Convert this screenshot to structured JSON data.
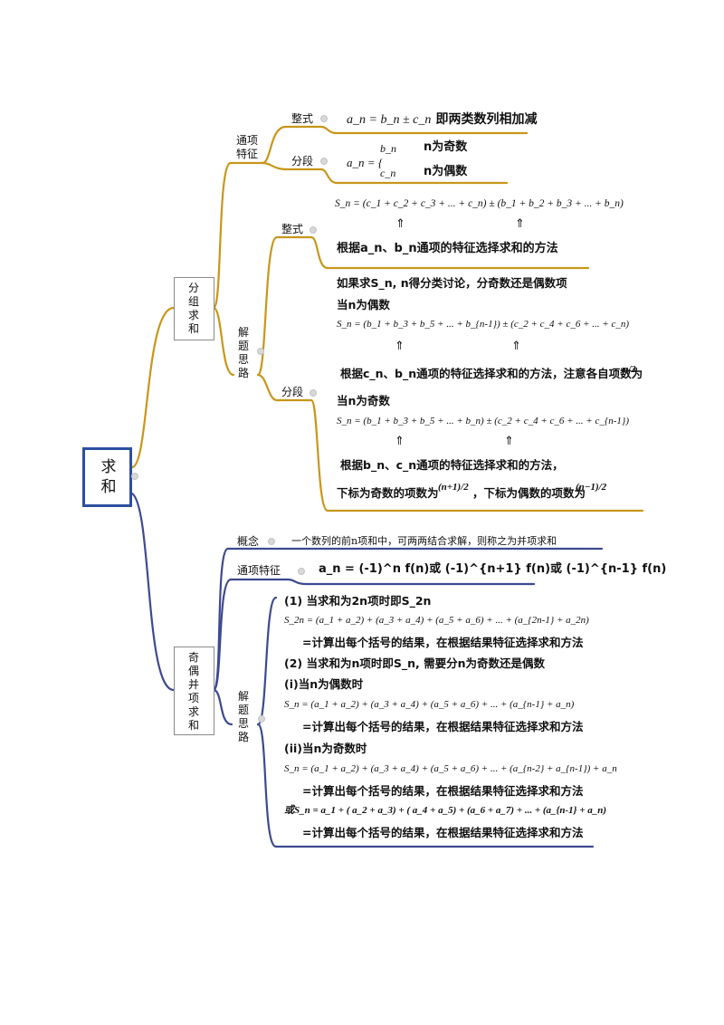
{
  "root": "求和",
  "group": {
    "title": "分组求和",
    "tongxiang": "通项特征",
    "zhengshi": "整式",
    "zhengshi_formula": "a_n = b_n ± c_n",
    "zhengshi_text": "即两类数列相加减",
    "fenduan": "分段",
    "fenduan_formula": "a_n = {",
    "fenduan_b": "b_n",
    "fenduan_b_text": "n为奇数",
    "fenduan_c": "c_n",
    "fenduan_c_text": "n为偶数",
    "jieti": "解题思路",
    "zhengshi2": "整式",
    "sum_formula1": "S_n = (c_1 + c_2 + c_3 + ... + c_n) ± (b_1 + b_2 + b_3 + ... + b_n)",
    "arrow": "⇑",
    "method1": "根据a_n、b_n通项的特征选择求和的方法",
    "fenduan2": "分段",
    "discuss": "如果求S_n, n得分类讨论，分奇数还是偶数项",
    "even_case": "当n为偶数",
    "sum_formula2": "S_n = (b_1 + b_3 + b_5 + ... + b_{n-1}) ± (c_2 + c_4 + c_6 + ... + c_n)",
    "method2": "根据c_n、b_n通项的特征选择求和的方法，注意各自项数为",
    "method2_frac": "n/2",
    "odd_case": "当n为奇数",
    "sum_formula3": "S_n = (b_1 + b_3 + b_5 + ... + b_n) ± (c_2 + c_4 + c_6 + ... + c_{n-1})",
    "method3": "根据b_n、c_n通项的特征选择求和的方法，",
    "method3b": "下标为奇数的项数为",
    "frac_odd": "(n+1)/2",
    "method3c": "，下标为偶数的项数为",
    "frac_even": "(n−1)/2"
  },
  "oddeven": {
    "title": "奇偶并项求和",
    "concept": "概念",
    "concept_text": "一个数列的前n项和中，可两两结合求解，则称之为并项求和",
    "tongxiang": "通项特征",
    "tongxiang_formula": "a_n = (-1)^n f(n)或 (-1)^{n+1} f(n)或 (-1)^{n-1} f(n)",
    "jieti": "解题思路",
    "case1": "(1) 当求和为2n项时即S_2n",
    "case1_formula": "S_2n = (a_1 + a_2) + (a_3 + a_4) + (a_5 + a_6) + ... + (a_{2n-1} + a_2n)",
    "calc": "=计算出每个括号的结果，在根据结果特征选择求和方法",
    "case2": "(2) 当求和为n项时即S_n, 需要分n为奇数还是偶数",
    "sub_i": "(i)当n为偶数时",
    "sub_i_formula": "S_n = (a_1 + a_2) + (a_3 + a_4) + (a_5 + a_6) + ... + (a_{n-1} + a_n)",
    "sub_ii": "(ii)当n为奇数时",
    "sub_ii_formula": "S_n = (a_1 + a_2) + (a_3 + a_4) + (a_5 + a_6) + ... + (a_{n-2} + a_{n-1}) + a_n",
    "or_formula": "或S_n = a_1 + ( a_2 + a_3) + ( a_4 + a_5) + (a_6 + a_7) + ... + (a_{n-1} + a_n)"
  },
  "colors": {
    "gold": "#c8961a",
    "navy": "#3d4a8f",
    "root_border": "#2d4fa0"
  }
}
